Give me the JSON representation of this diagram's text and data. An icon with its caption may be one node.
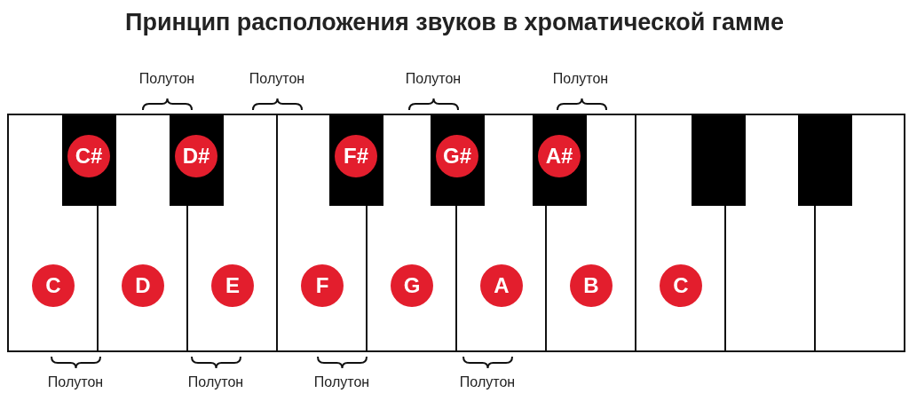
{
  "diagram": {
    "title": "Принцип расположения звуков в хроматической гамме",
    "nodes": [
      {
        "text": [
          "C#"
        ]
      },
      {
        "text": [
          "D#"
        ]
      },
      {
        "text": [
          "F#"
        ]
      },
      {
        "text": [
          "G#"
        ]
      },
      {
        "text": [
          "A#"
        ]
      },
      {
        "text": [
          "C"
        ]
      },
      {
        "text": [
          "D"
        ]
      },
      {
        "text": [
          "E"
        ]
      },
      {
        "text": [
          "F"
        ]
      },
      {
        "text": [
          "G"
        ]
      },
      {
        "text": [
          "A"
        ]
      },
      {
        "text": [
          "B"
        ]
      },
      {
        "text": [
          "C"
        ]
      },
      {
        "text": [],
        "shape": "box"
      },
      {
        "text": [],
        "shape": "box"
      }
    ],
    "labels": [
      "Полутон",
      "Полутон",
      "Полутон",
      "Полутон",
      "Полутон",
      "Полутон",
      "Полутон",
      "Полутон"
    ]
  }
}
